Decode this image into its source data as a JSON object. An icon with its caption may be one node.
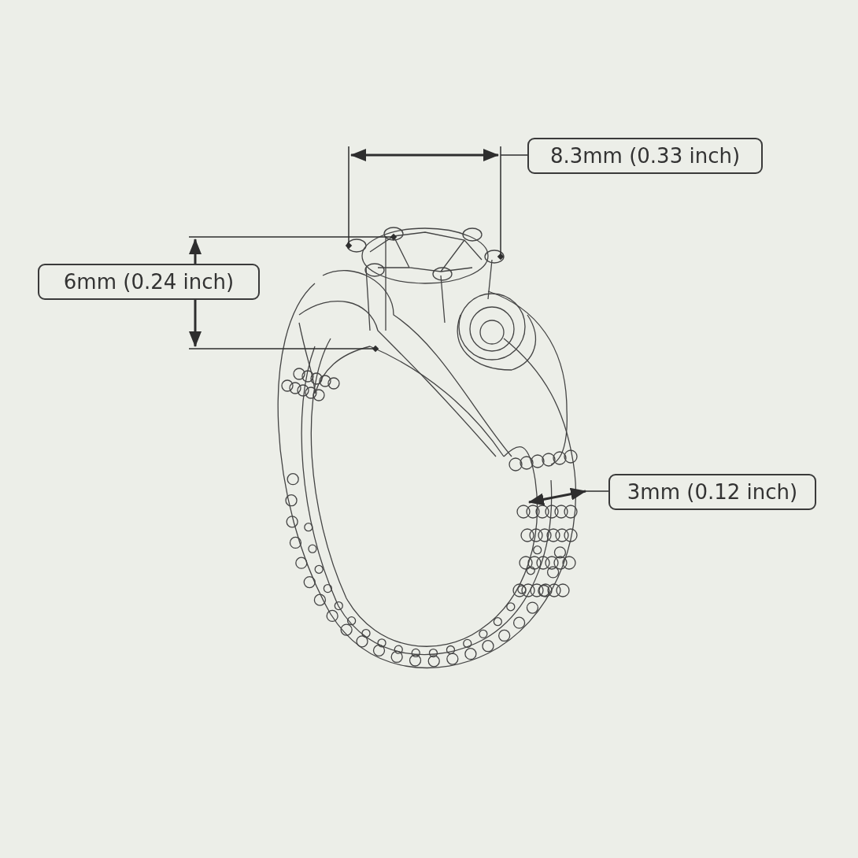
{
  "diagram": {
    "labels": [
      "8.3mm (0.33 inch)",
      "6mm (0.24 inch)",
      "3mm (0.12 inch)"
    ]
  }
}
